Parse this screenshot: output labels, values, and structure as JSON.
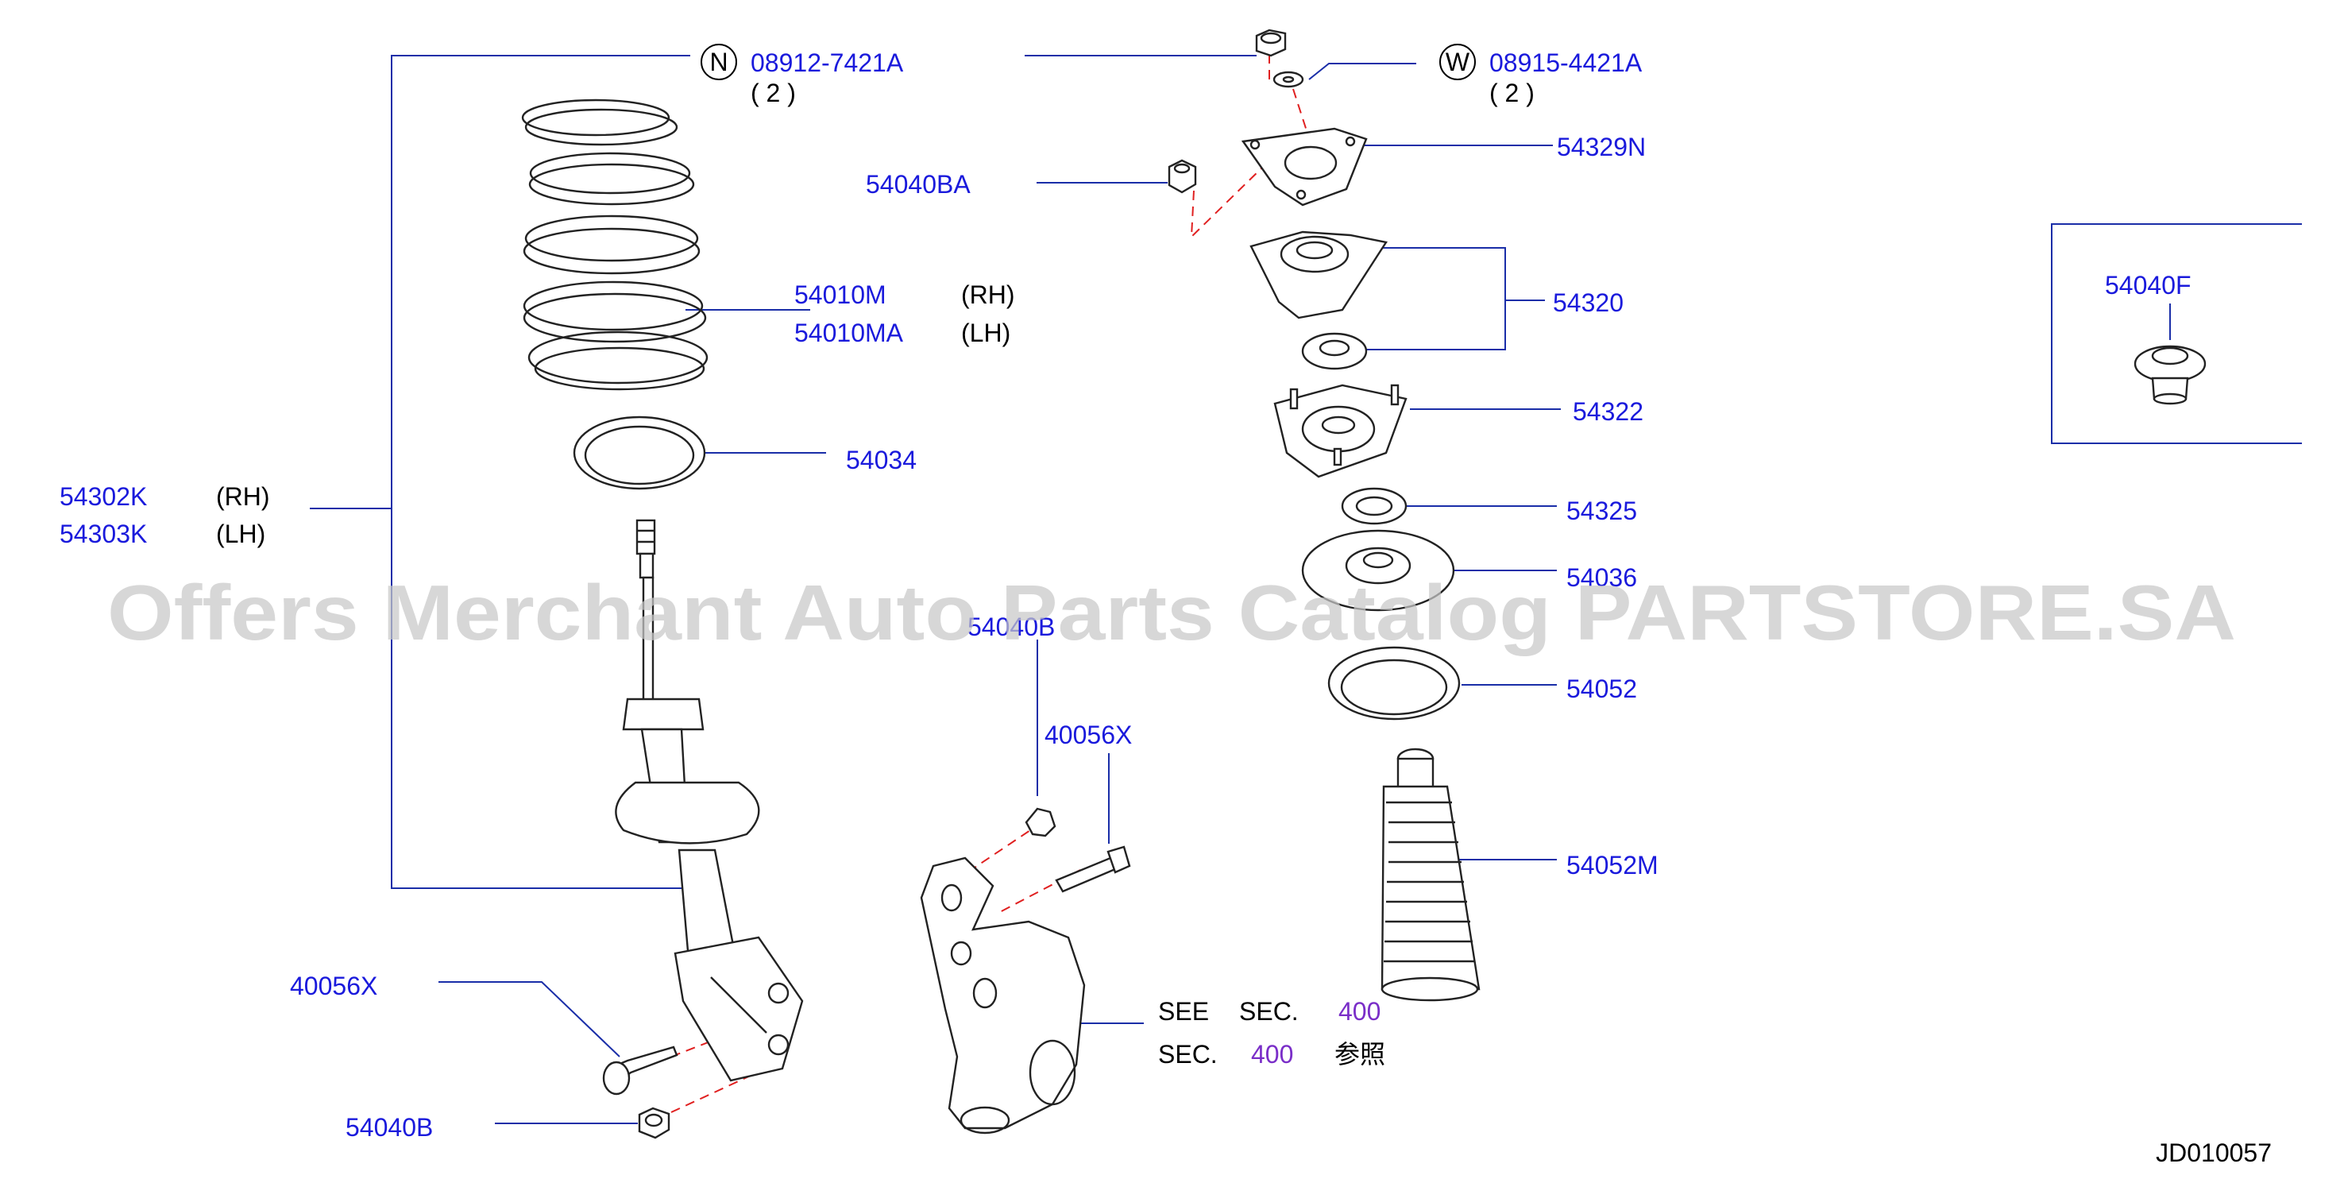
{
  "diagram_code": "JD010057",
  "watermark": "Offers Merchant Auto Parts Catalog PARTSTORE.SA",
  "colors": {
    "part_number": "#1a1adc",
    "leader": "#1a2ea8",
    "section": "#7a2ec8",
    "dash": "#e02020"
  },
  "callouts": {
    "n_symbol": "N",
    "n_part": "08912-7421A",
    "n_qty": "( 2 )",
    "w_symbol": "W",
    "w_part": "08915-4421A",
    "w_qty": "( 2 )",
    "p54329n": "54329N",
    "p54040ba": "54040BA",
    "p54010m": "54010M",
    "p54010m_side": "(RH)",
    "p54010ma": "54010MA",
    "p54010ma_side": "(LH)",
    "p54320": "54320",
    "p54040f": "54040F",
    "p54322": "54322",
    "p54034": "54034",
    "p54302k": "54302K",
    "p54302k_side": "(RH)",
    "p54303k": "54303K",
    "p54303k_side": "(LH)",
    "p54325": "54325",
    "p54036": "54036",
    "p54040b_top": "54040B",
    "p54052": "54052",
    "p40056x_top": "40056X",
    "p54052m": "54052M",
    "p40056x_left": "40056X",
    "see_word": "SEE",
    "sec_word1": "SEC.",
    "sec_num1": "400",
    "sec_word2": "SEC.",
    "sec_num2": "400",
    "ref_kanji": "参照",
    "p54040b_bottom": "54040B"
  }
}
